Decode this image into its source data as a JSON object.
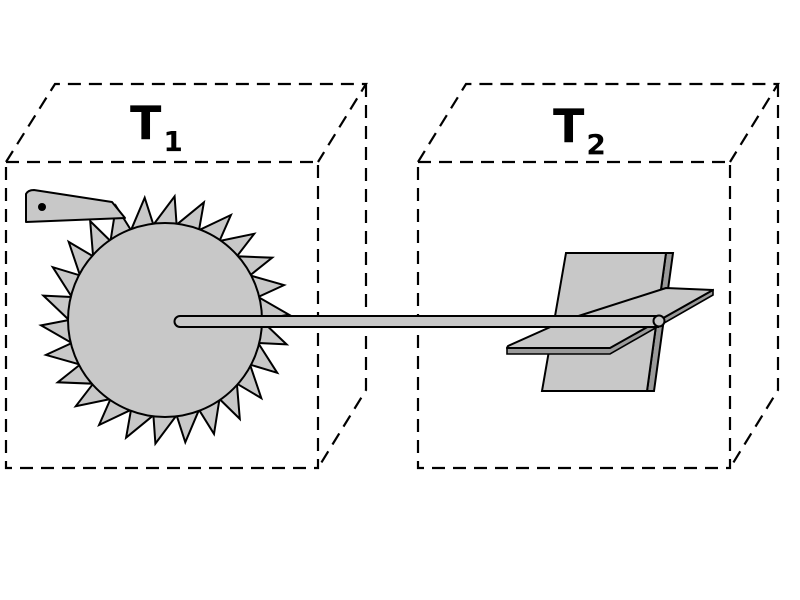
{
  "labels": {
    "box1_main": "T",
    "box1_sub": "1",
    "box2_main": "T",
    "box2_sub": "2"
  },
  "colors": {
    "line": "#000000",
    "wheel_fill": "#c8c8c8",
    "paddle_fill": "#c8c8c8",
    "background": "#ffffff"
  },
  "icons": {
    "ratchet": "ratchet-wheel-icon",
    "pawl": "pawl-icon",
    "paddle": "paddle-vane-icon"
  }
}
